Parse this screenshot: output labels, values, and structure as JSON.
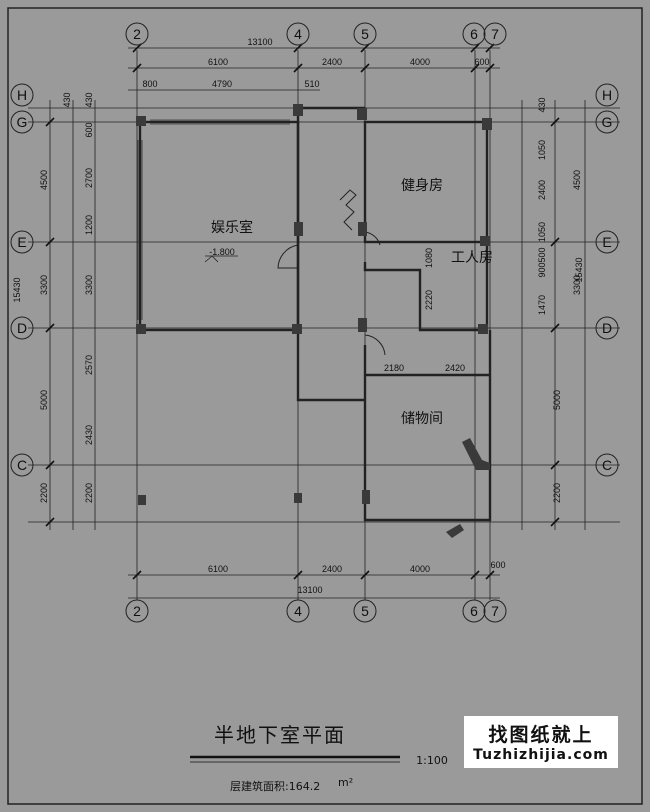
{
  "axes": {
    "top": [
      "2",
      "4",
      "5",
      "6",
      "7"
    ],
    "bottom": [
      "2",
      "4",
      "5",
      "6",
      "7"
    ],
    "left": [
      "H",
      "G",
      "E",
      "D",
      "C"
    ],
    "right": [
      "H",
      "G",
      "E",
      "D",
      "C"
    ]
  },
  "dims": {
    "total_top": "13100",
    "top_segments": [
      "6100",
      "2400",
      "4000",
      "600"
    ],
    "top_sub": [
      "800",
      "4790",
      "510"
    ],
    "bottom_segments": [
      "6100",
      "2400",
      "4000",
      "600"
    ],
    "total_bottom": "13100",
    "left_outer": [
      "4500",
      "3300",
      "5000",
      "2200"
    ],
    "left_total": "15430",
    "left_inner": [
      "600",
      "2700",
      "1200",
      "3300",
      "2570",
      "2430",
      "2200"
    ],
    "left_top": [
      "430",
      "430"
    ],
    "right_outer": [
      "4500",
      "3300",
      "5000",
      "2200"
    ],
    "right_total": "15430",
    "right_inner": [
      "1050",
      "2400",
      "1050",
      "900",
      "500",
      "1470"
    ],
    "right_top": "430",
    "inner_dims": [
      "1080",
      "2220",
      "2180",
      "2420"
    ]
  },
  "rooms": {
    "entertainment": "娱乐室",
    "gym": "健身房",
    "worker": "工人房",
    "storage": "储物间"
  },
  "elevation": "-1.800",
  "title": "半地下室平面",
  "scale": "1:100",
  "area": "层建筑面积:164.2",
  "area_unit": "m²",
  "watermark": {
    "cn": "找图纸就上",
    "en": "Tuzhizhijia.com"
  }
}
